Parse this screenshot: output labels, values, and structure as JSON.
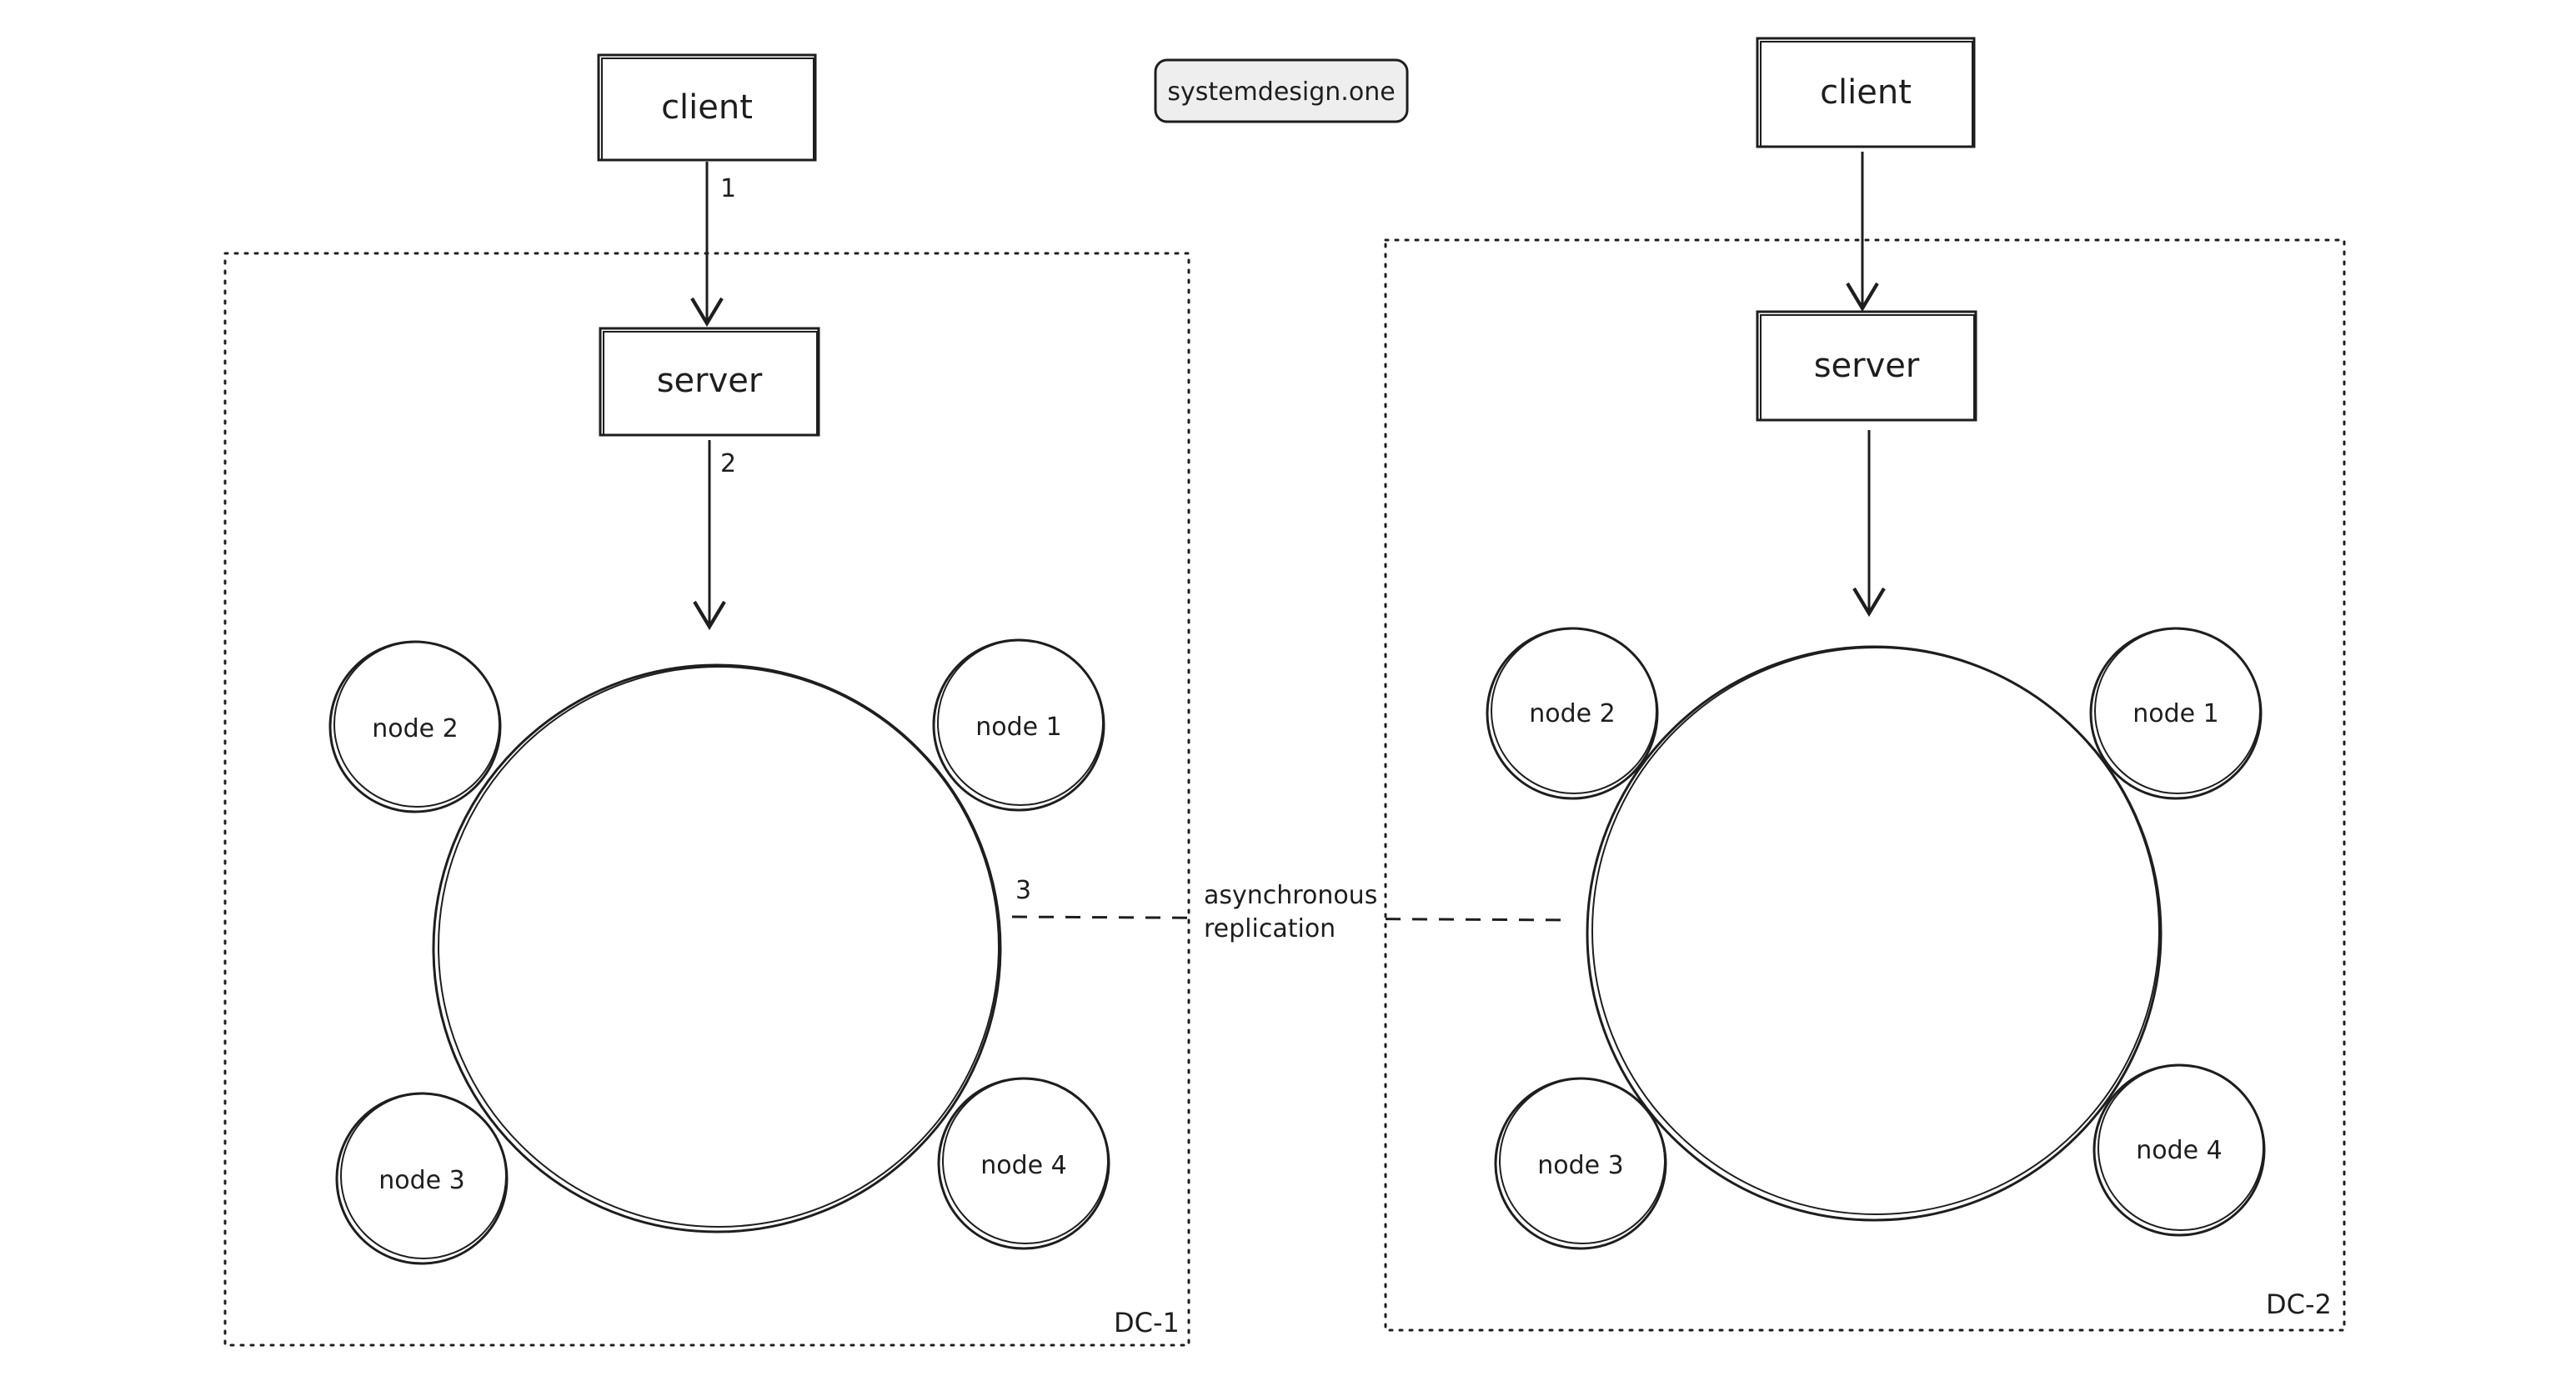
{
  "brand": {
    "text": "systemdesign.one"
  },
  "datacenters": [
    {
      "label": "DC-1",
      "client_label": "client",
      "server_label": "server",
      "step_client_server": "1",
      "step_server_ring": "2",
      "nodes": [
        "node 1",
        "node 2",
        "node 3",
        "node 4"
      ]
    },
    {
      "label": "DC-2",
      "client_label": "client",
      "server_label": "server",
      "nodes": [
        "node 1",
        "node 2",
        "node 3",
        "node 4"
      ]
    }
  ],
  "replication": {
    "step": "3",
    "line1": "asynchronous",
    "line2": "replication"
  }
}
